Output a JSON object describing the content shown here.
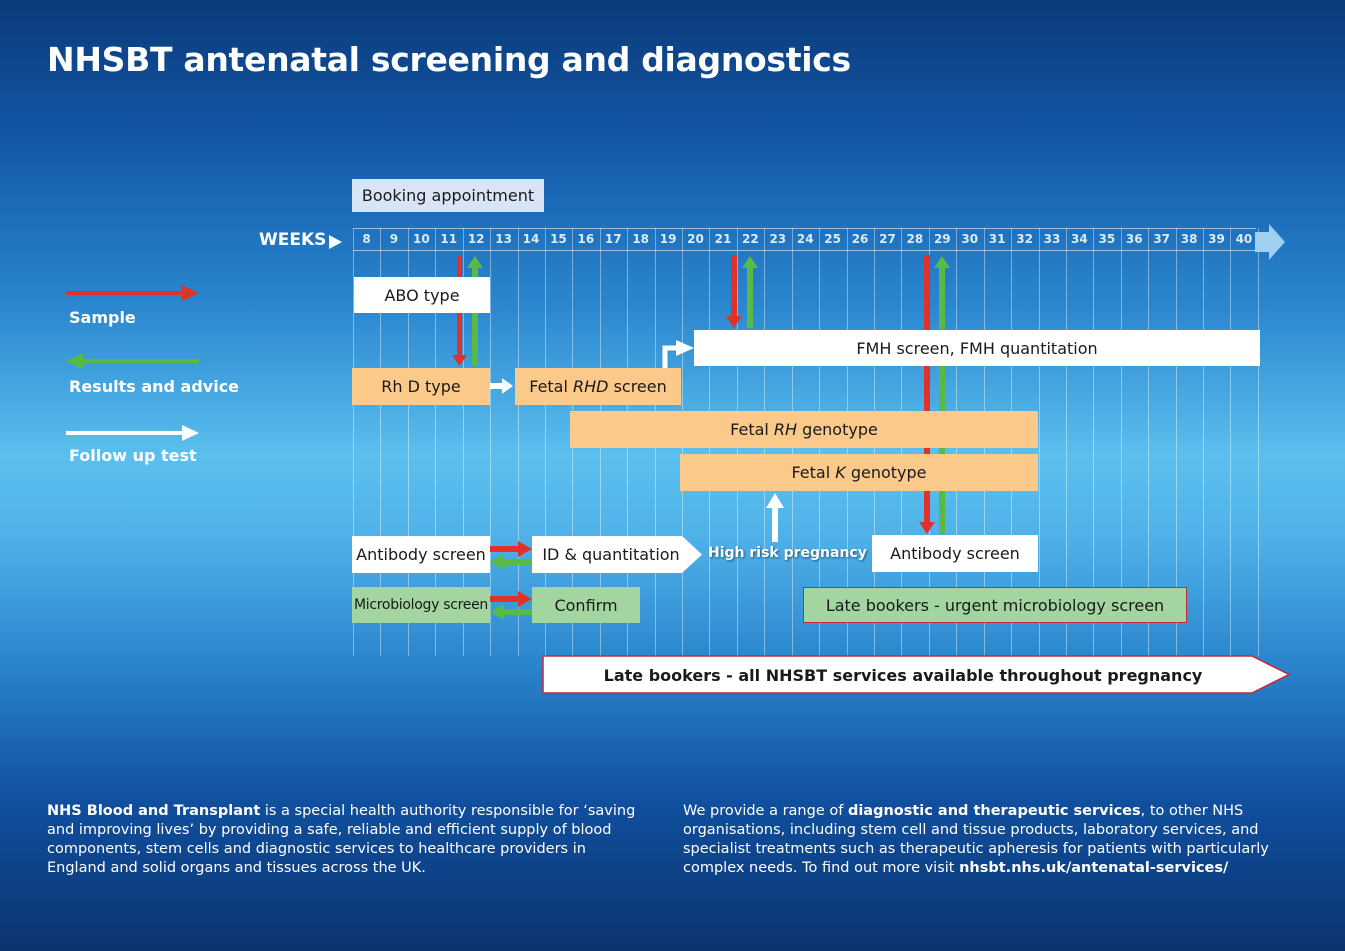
{
  "title": "NHSBT antenatal screening and diagnostics",
  "booking": "Booking appointment",
  "weeks": {
    "label": "WEEKS",
    "numbers": [
      "8",
      "9",
      "10",
      "11",
      "12",
      "13",
      "14",
      "15",
      "16",
      "17",
      "18",
      "19",
      "20",
      "21",
      "22",
      "23",
      "24",
      "25",
      "26",
      "27",
      "28",
      "29",
      "30",
      "31",
      "32",
      "33",
      "34",
      "35",
      "36",
      "37",
      "38",
      "39",
      "40"
    ]
  },
  "legend": {
    "sample": "Sample",
    "results": "Results and advice",
    "followup": "Follow up test"
  },
  "tests": {
    "abo": "ABO type",
    "rhd": "Rh D type",
    "fetal_rhd_pre": "Fetal ",
    "fetal_rhd_it": "RHD",
    "fetal_rhd_post": " screen",
    "fmh": "FMH screen, FMH quantitation",
    "fetal_rh_pre": "Fetal ",
    "fetal_rh_it": "RH",
    "fetal_rh_post": " genotype",
    "fetal_k_pre": "Fetal ",
    "fetal_k_it": "K",
    "fetal_k_post": " genotype",
    "antibody1": "Antibody screen",
    "idq": "ID & quantitation",
    "high_risk": "High risk pregnancy",
    "antibody2": "Antibody screen",
    "micro": "Microbiology screen",
    "confirm": "Confirm",
    "late_micro": "Late bookers - urgent microbiology screen",
    "late_all": "Late bookers - all NHSBT services available throughout pregnancy"
  },
  "footer": {
    "left_bold": "NHS Blood and Transplant",
    "left_text": " is a special health authority responsible for ‘saving and improving lives’ by providing a safe, reliable and efficient supply of blood components, stem cells and diagnostic services to healthcare providers in England and solid organs and tissues across the UK.",
    "right_pre": "We provide a range of ",
    "right_bold": "diagnostic and therapeutic services",
    "right_mid": ", to other NHS organisations, including stem cell and tissue products, laboratory services, and specialist treatments such as therapeutic apheresis for patients with particularly complex needs. To find out more visit ",
    "right_link": "nhsbt.nhs.uk/antenatal-services/"
  },
  "colors": {
    "sample": "#e0312b",
    "results": "#58b947",
    "followup": "#ffffff",
    "orange_box": "#fbc98a",
    "green_box": "#a3d5a0",
    "border_red": "#c8283a"
  }
}
